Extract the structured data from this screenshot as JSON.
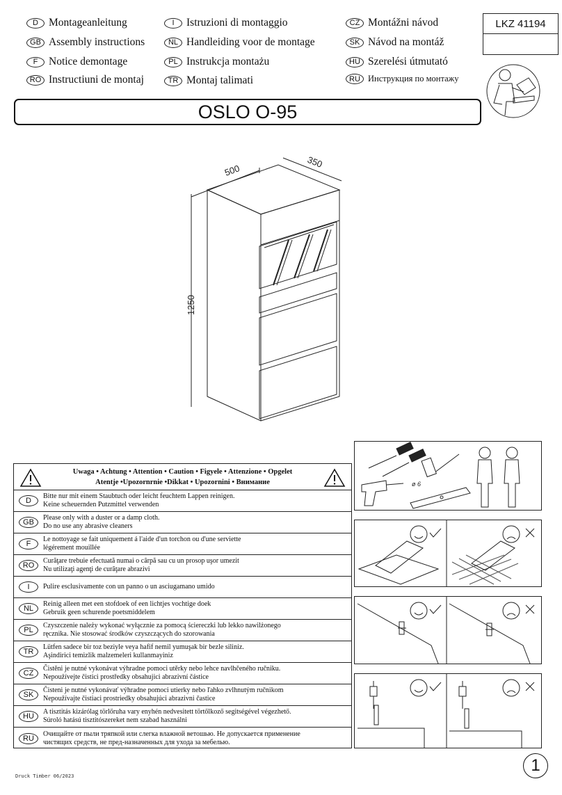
{
  "languages": [
    {
      "code": "D",
      "label": "Montageanleitung"
    },
    {
      "code": "GB",
      "label": "Assembly instructions"
    },
    {
      "code": "F",
      "label": "Notice demontage"
    },
    {
      "code": "RO",
      "label": "Instructiuni de montaj"
    },
    {
      "code": "I",
      "label": "Istruzioni di montaggio"
    },
    {
      "code": "NL",
      "label": "Handleiding voor de montage"
    },
    {
      "code": "PL",
      "label": "Instrukcja montażu"
    },
    {
      "code": "TR",
      "label": "Montaj talimati"
    },
    {
      "code": "CZ",
      "label": "Montážni návod"
    },
    {
      "code": "SK",
      "label": "Návod na montáž"
    },
    {
      "code": "HU",
      "label": "Szerelési útmutató"
    },
    {
      "code": "RU",
      "label": "Инструкция по монтажу"
    }
  ],
  "product_code": "LKZ 41194",
  "title": "OSLO O-95",
  "dimensions": {
    "width": "500",
    "depth": "350",
    "height": "1250"
  },
  "drill_size": "ø 6",
  "warning": {
    "header_line1": "Uwaga • Achtung • Attention • Caution • Figyele • Attenzione • Opgelet",
    "header_line2": "Atentje •Upozornrnie •Dikkat • Upozornini • Внимание",
    "rows": [
      {
        "code": "D",
        "text1": "Bitte nur mit einem Staubtuch oder leicht feuchtem Lappen reinigen.",
        "text2": "Keine scheuernden Putzmittel verwenden"
      },
      {
        "code": "GB",
        "text1": "Please only with a duster or a damp cloth.",
        "text2": "Do no use any abrasive cleaners"
      },
      {
        "code": "F",
        "text1": "Le nottoyage se fait uniquement á l'aide d'un torchon ou d'une serviette",
        "text2": "légérement mouillée"
      },
      {
        "code": "RO",
        "text1": "Curăţare trebuie efectuată numai o cârpă sau cu un prosop uşor umezit",
        "text2": "Nu utilizaţi agenţi de curăţare abrazivi"
      },
      {
        "code": "I",
        "text1": "Pulire esclusivamente con un panno o un asciugamano umido",
        "text2": ""
      },
      {
        "code": "NL",
        "text1": "Reinig alleen met een stofdoek of een lichtjes vochtige doek",
        "text2": "Gebruik geen schurende poetsmiddelem"
      },
      {
        "code": "PL",
        "text1": "Czyszczenie należy wykonać wyłącznie za pomocą ściereczki lub lekko nawilżonego",
        "text2": "ręcznika. Nie stosować środków czyszczących do szorowania"
      },
      {
        "code": "TR",
        "text1": "Lütfen sadece bir toz beziyle veya hafif nemil yumuşak bir bezle siliniz.",
        "text2": "Aşindirici temizlik malzemeleri kullanmayiniz"
      },
      {
        "code": "CZ",
        "text1": "Čistěni je nutné vykonávat výhradne pomoci utěrky nebo lehce navlhčeného ručniku.",
        "text2": "Nepoužívejte čistici prostředky obsahujici abrazivní částice"
      },
      {
        "code": "SK",
        "text1": "Čisteni je nutné vykonávať výhradne pomoci utierky nebo ľahko zvlhnutým ručnikom",
        "text2": "Nepoužívajte čistiaci prostriedky obsahujúci abrazivni častice"
      },
      {
        "code": "HU",
        "text1": "A tisztitás kizárólag törlőruha vary enyhén nedvesitett törtőlkoző segitségével végezhető.",
        "text2": "Súroló hatású tisztitószereket nem szabad használni"
      },
      {
        "code": "RU",
        "text1": "Очищайте от пыли тряпкой или слегка влажной ветошью. Не допускается применение",
        "text2": "чистящих средств, не пред-назначенных для ухода за мебелью."
      }
    ]
  },
  "page_number": "1",
  "footer": "Druck Timber 06/2023"
}
